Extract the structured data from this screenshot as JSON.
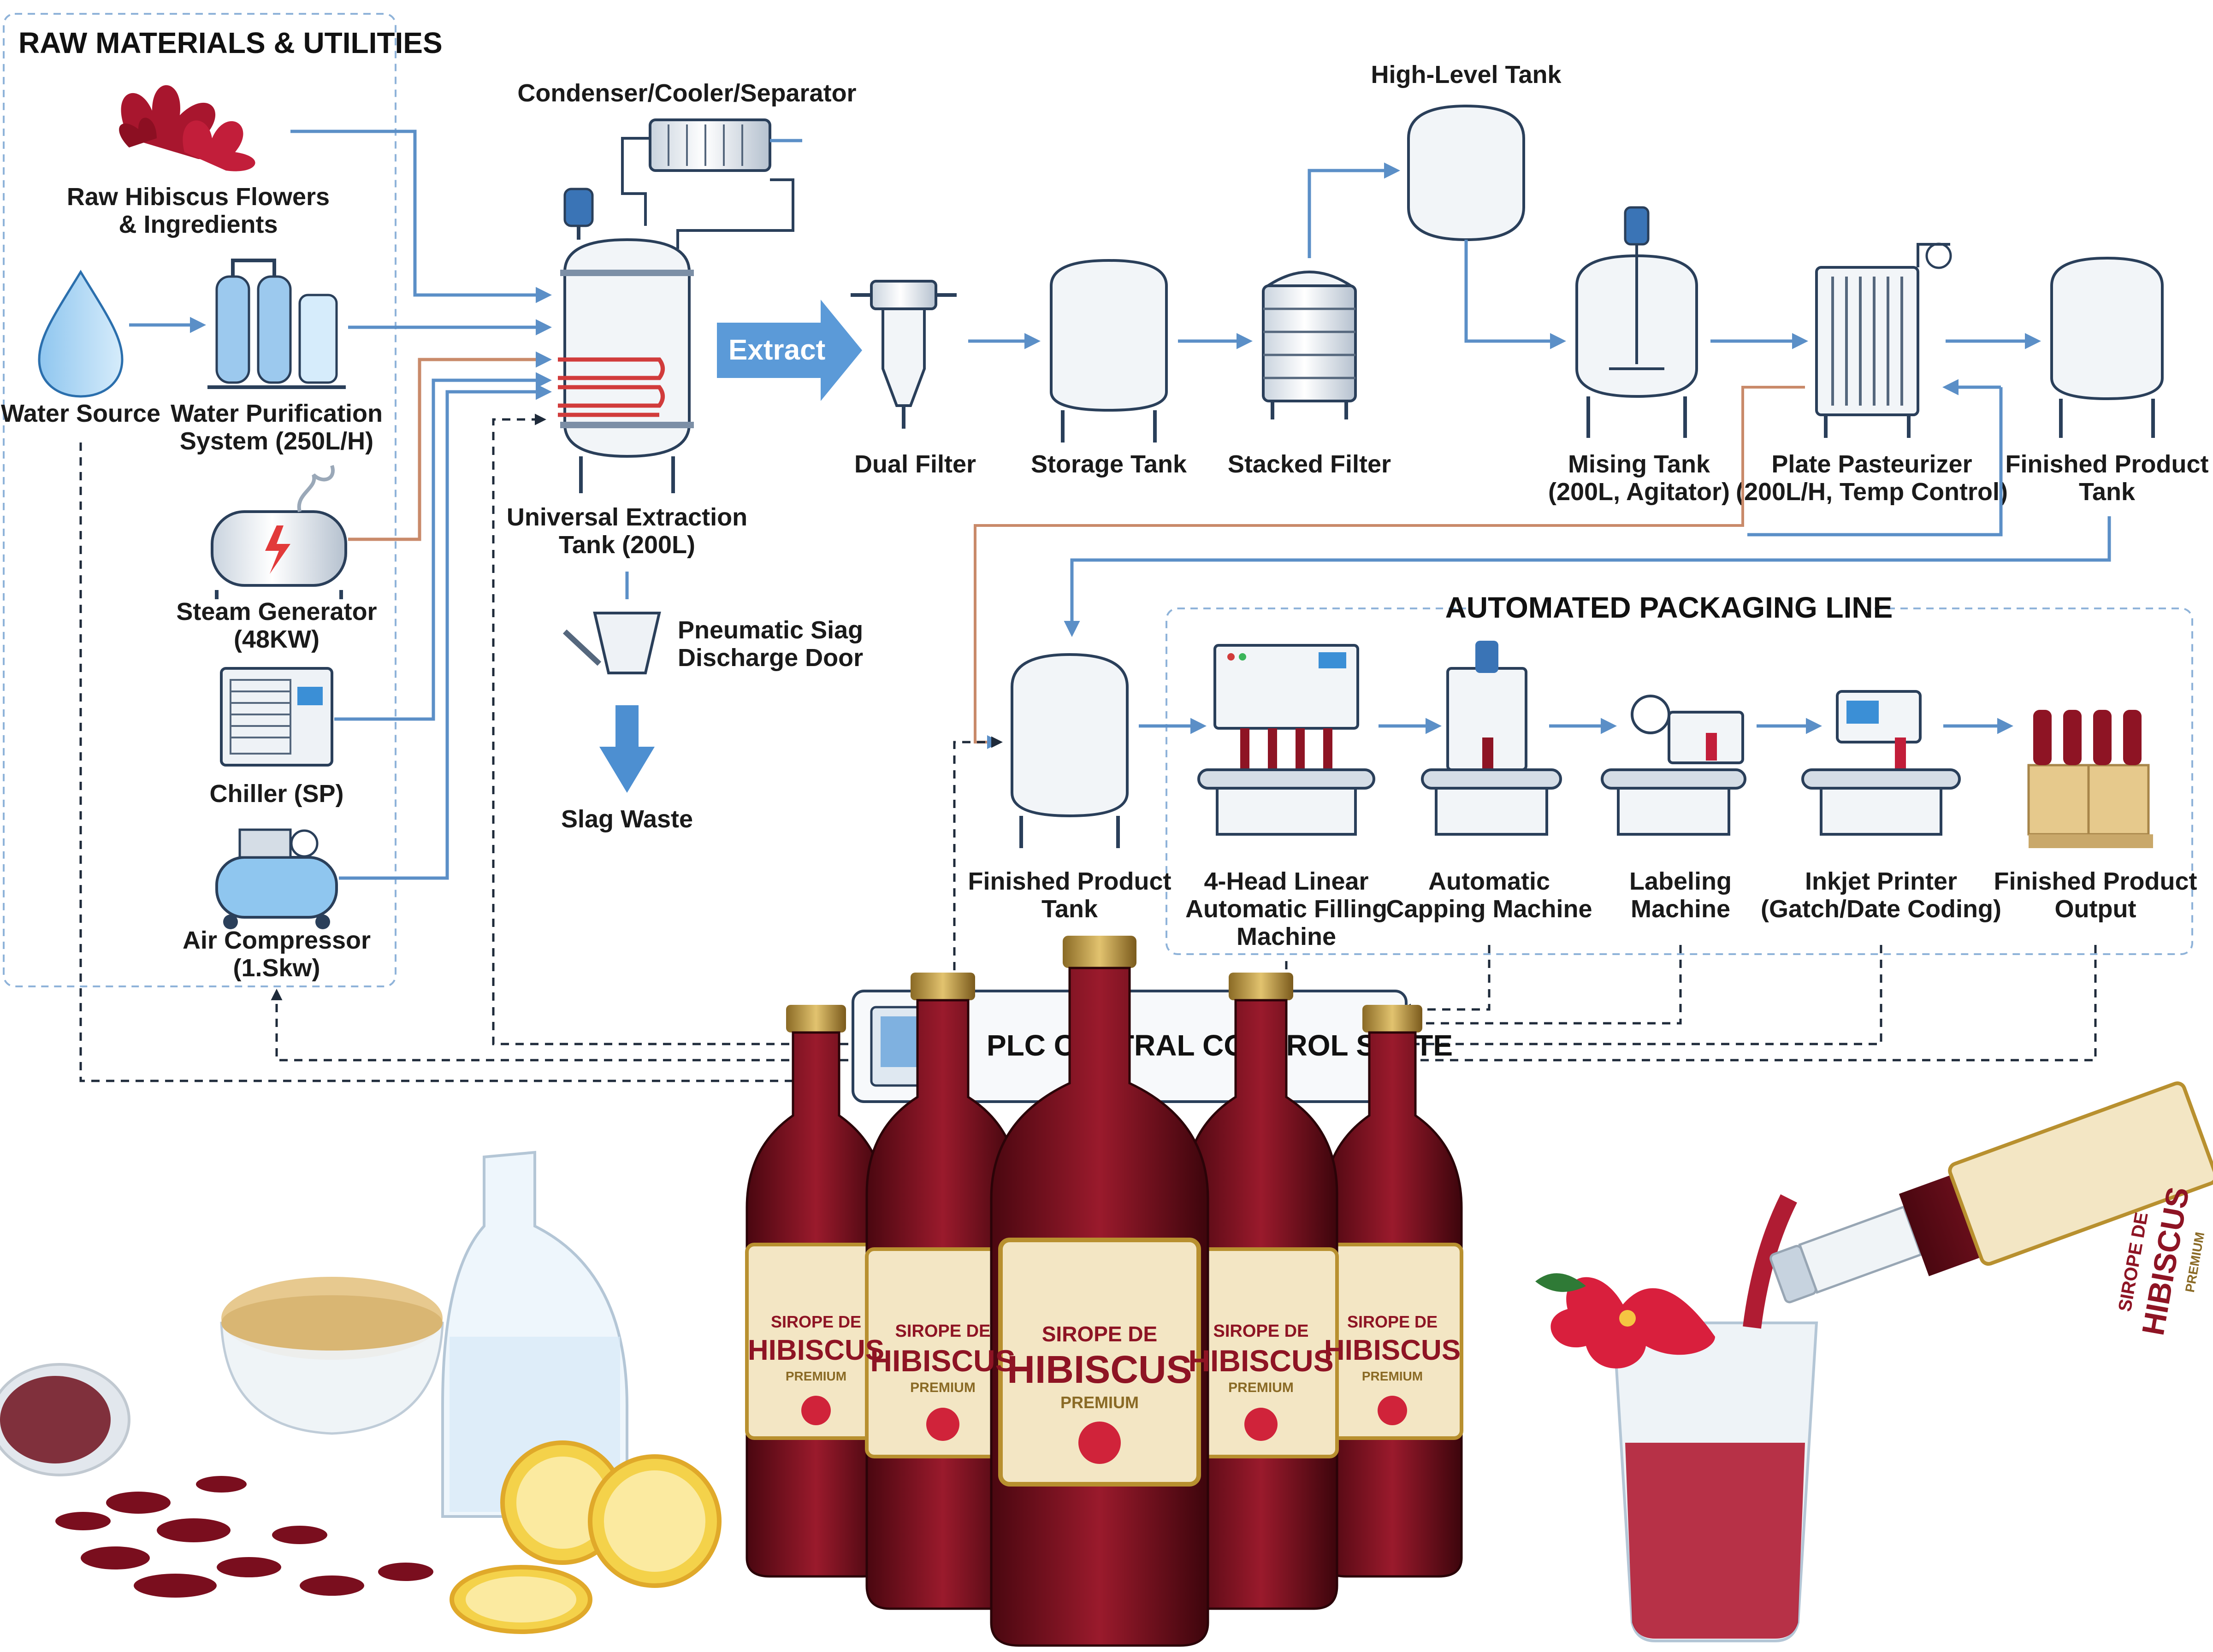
{
  "sections": {
    "raw_materials": "RAW MATERIALS & UTILITIES",
    "packaging": "AUTOMATED PACKAGING LINE",
    "plc": "PLC CENTRAL CONTROL SYSTE"
  },
  "equipment": {
    "raw_flowers": [
      "Raw Hibiscus Flowers",
      "& Ingredients"
    ],
    "water_source": "Water Source",
    "water_purification": [
      "Water Purification",
      "System (250L/H)"
    ],
    "steam_generator": [
      "Steam Generator",
      "(48KW)"
    ],
    "chiller": "Chiller (SP)",
    "air_compressor": [
      "Air Compressor",
      "(1.Skw)"
    ],
    "condenser": "Condenser/Cooler/Separator",
    "extraction_tank": [
      "Universal Extraction",
      "Tank (200L)"
    ],
    "slag_door": [
      "Pneumatic Siag",
      "Discharge Door"
    ],
    "slag_waste": "Slag Waste",
    "extract_arrow": "Extract",
    "dual_filter": "Dual Filter",
    "storage_tank": "Storage Tank",
    "stacked_filter": "Stacked Filter",
    "high_level_tank": "High-Level Tank",
    "mixing_tank": [
      "Mising Tank",
      "(200L, Agitator)"
    ],
    "plate_pasteurizer": [
      "Plate Pasteurizer",
      "(200L/H, Temp Control)"
    ],
    "finished_tank_1": [
      "Finished Product",
      "Tank"
    ],
    "finished_tank_2": [
      "Finished Product",
      "Tank"
    ],
    "filling_machine": [
      "4-Head Linear",
      "Automatic Filling",
      "Machine"
    ],
    "capping_machine": [
      "Automatic",
      "Capping Machine"
    ],
    "labeling_machine": [
      "Labeling",
      "Machine"
    ],
    "inkjet_printer": [
      "Inkjet Printer",
      "(Gatch/Date Coding)"
    ],
    "finished_output": [
      "Finished Product",
      "Output"
    ]
  },
  "product": {
    "label_line1": "SIROPE DE",
    "label_line2": "HIBISCUS",
    "label_line3": "PREMIUM"
  },
  "colors": {
    "pipe": "#5b8fc7",
    "steam_pipe": "#c98a6a",
    "control_line": "#1e2a3a",
    "syrup": "#8e1424",
    "label_paper": "#f3e6c4",
    "label_gold": "#b8902f",
    "hibiscus": "#d0233a"
  }
}
